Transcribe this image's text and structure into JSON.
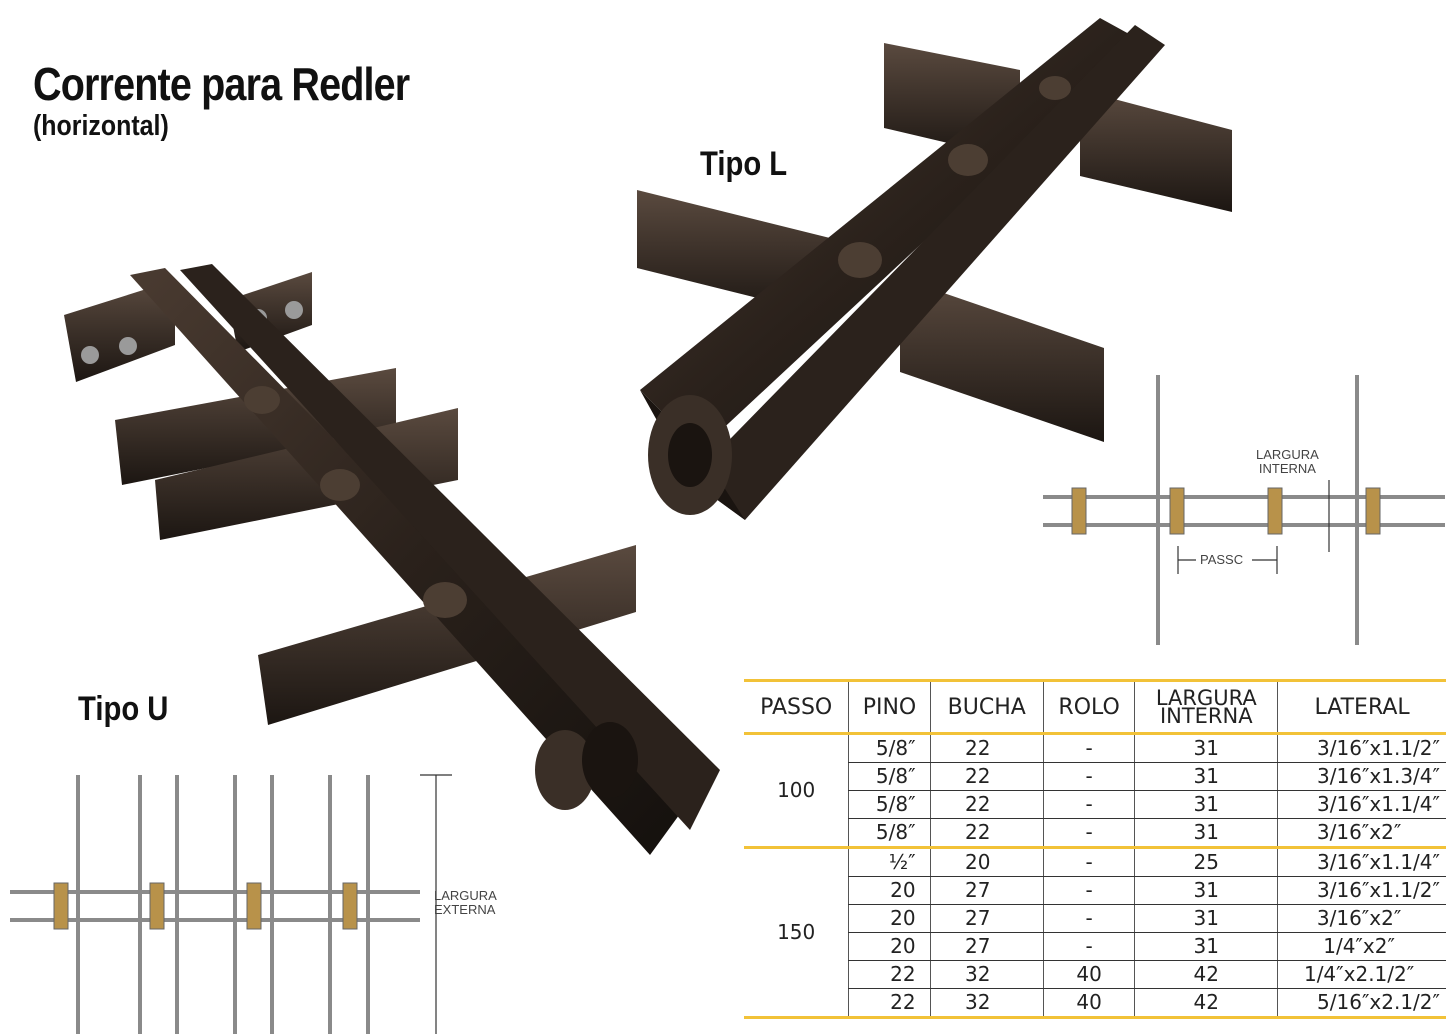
{
  "header": {
    "title": "Corrente para Redler",
    "subtitle": "(horizontal)"
  },
  "labels": {
    "tipo_l": "Tipo L",
    "tipo_u": "Tipo U",
    "largura_interna": [
      "LARGURA",
      "INTERNA"
    ],
    "passo": "PASSC",
    "largura_externa": [
      "LARGURA",
      "EXTERNA"
    ]
  },
  "colors": {
    "accent_yellow": "#f2c238",
    "steel_dark": "#2a221d",
    "bushing": "#b8924a"
  },
  "table": {
    "headers": [
      "PASSO",
      "PINO",
      "BUCHA",
      "ROLO",
      [
        "LARGURA",
        "INTERNA"
      ],
      "LATERAL"
    ],
    "groups": [
      {
        "passo": "100",
        "rows": [
          [
            "5/8″",
            "22",
            "-",
            "31",
            "3/16″x1.1/2″"
          ],
          [
            "5/8″",
            "22",
            "-",
            "31",
            "3/16″x1.3/4″"
          ],
          [
            "5/8″",
            "22",
            "-",
            "31",
            "3/16″x1.1/4″"
          ],
          [
            "5/8″",
            "22",
            "-",
            "31",
            "3/16″x2″"
          ]
        ]
      },
      {
        "passo": "150",
        "rows": [
          [
            "½″",
            "20",
            "-",
            "25",
            "3/16″x1.1/4″"
          ],
          [
            "20",
            "27",
            "-",
            "31",
            "3/16″x1.1/2″"
          ],
          [
            "20",
            "27",
            "-",
            "31",
            "3/16″x2″"
          ],
          [
            "20",
            "27",
            "-",
            "31",
            "1/4″x2″"
          ],
          [
            "22",
            "32",
            "40",
            "42",
            "1/4″x2.1/2″"
          ],
          [
            "22",
            "32",
            "40",
            "42",
            "5/16″x2.1/2″"
          ]
        ]
      }
    ]
  }
}
